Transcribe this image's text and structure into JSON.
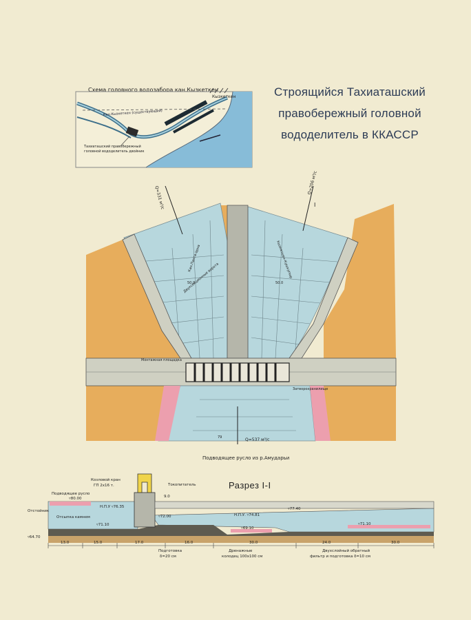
{
  "title_lines": [
    "Строящийся Тахиаташский",
    "правобережный головной",
    "вододелитель в ККАССР"
  ],
  "scheme": {
    "title": "Схема головного водозабора кан.Кызкеткен",
    "label_kyzketken": "Кызкеткен",
    "label_canal": "Кан.Кызкеткен (существующий)",
    "label_divider": "Тахиаташский правобережный головной вододелитель двойник"
  },
  "plan": {
    "caption": "Подводящее русло из р.Амударьи",
    "flow_left": "Q=331 м³/с",
    "flow_right": "Q=206 м³/с",
    "flow_bottom": "Q=537 м³/с",
    "label_left_canal": "Кан.Пахта-арна",
    "label_right_canal": "Кызкеткен-Кушкупыр",
    "label_montage": "Монтажная площадка",
    "label_gates": "Двухсекционные ворота",
    "label_gate_store": "Затворохранилище",
    "section_mark": "I",
    "dim_left": "50.0",
    "dim_right": "50.0",
    "dim_bottom": "79"
  },
  "section": {
    "title": "Разрез I-I",
    "crane": "Козловой кран ГП 2х16 т.",
    "current_collector": "Токопитатель",
    "inlet": "Подводящее русло",
    "settling": "Отстойник",
    "dumping": "Отсыпка камнем",
    "elev_top": "▿80.00",
    "elev_nlp_left": "Н.П.У ▿76.35",
    "elev_left_low": "▿71.10",
    "elev_base": "▿64.70",
    "elev_mid": "▿72.00",
    "elev_nlp_right": "Н.П.У. ▿74.81",
    "elev_right_top": "▿77.40",
    "elev_right_low": "▿69.10",
    "elev_right_end": "▿71.10",
    "dim_9": "9.0",
    "dims": [
      "13.0",
      "15.0",
      "17.0",
      "16.0",
      "30.0",
      "24.0",
      "30.0"
    ],
    "prep": "Подготовка",
    "prep_thk": "δ=20 см",
    "drain": "Дренажные колодец 100х100 см",
    "filter_top": "Двухслойный обратный",
    "filter_bottom": "фильтр и подготовка δ=10 см"
  },
  "colors": {
    "paper": "#f1ebd1",
    "water": "#b7d7dd",
    "concrete": "#b5b6aa",
    "road": "#cfd0c2",
    "sand": "#e7ad5c",
    "pink": "#ec9fae",
    "river": "#87bcd8",
    "ink": "#2b2b2b",
    "title": "#2c3b55"
  }
}
